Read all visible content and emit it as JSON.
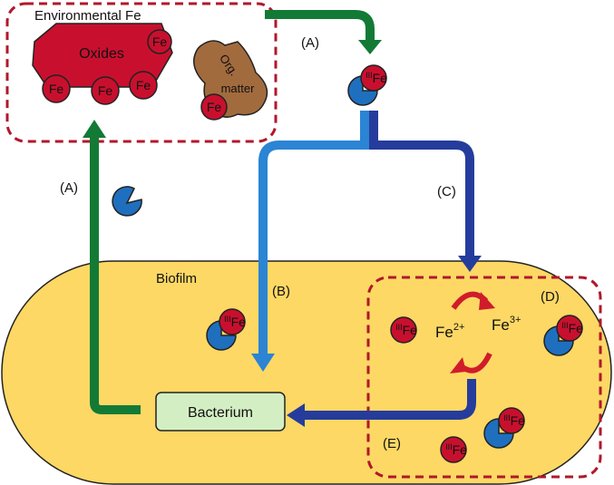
{
  "labels": {
    "environmental_fe": "Environmental Fe",
    "oxides": "Oxides",
    "org_matter_line1": "Org.",
    "org_matter_line2": "matter",
    "biofilm": "Biofilm",
    "bacterium": "Bacterium",
    "path_a_top": "(A)",
    "path_a_left": "(A)",
    "path_b": "(B)",
    "path_c": "(C)",
    "path_d": "(D)",
    "path_e": "(E)",
    "fe": "Fe",
    "fe_oxidation_state": "III",
    "fe2_base": "Fe",
    "fe2_charge": "2+",
    "fe3_base": "Fe",
    "fe3_charge": "3+"
  },
  "colors": {
    "biofilm_fill": "#fdd865",
    "bacterium_fill": "#d4eec4",
    "fe_red": "#c8102e",
    "organic_brown": "#a26b3e",
    "siderophore_blue": "#1f6fbf",
    "arrow_green": "#137a36",
    "arrow_light_blue": "#2b84d4",
    "arrow_dark_blue": "#253c9c",
    "cycle_red": "#d01c2a",
    "dashed_border": "#b0182b"
  }
}
